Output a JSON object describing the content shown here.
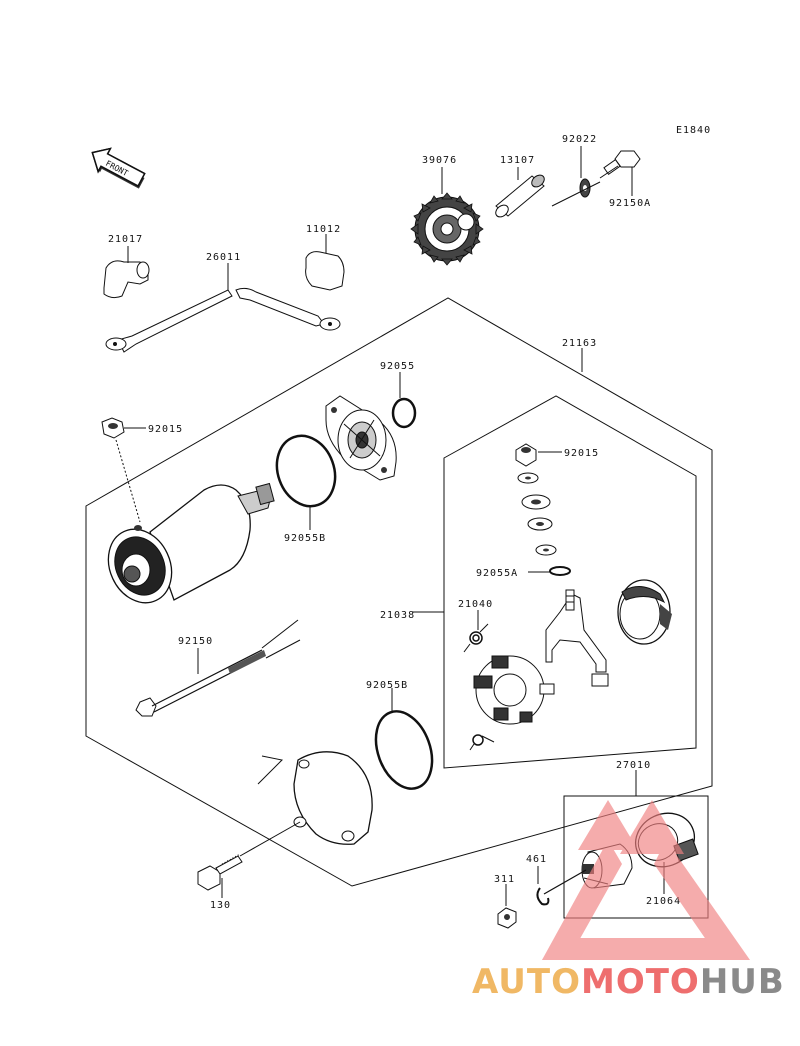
{
  "diagram": {
    "code": "E1840",
    "front_label": "FRONT",
    "callouts": {
      "p39076": "39076",
      "p13107": "13107",
      "p92022": "92022",
      "p92150A": "92150A",
      "p21017": "21017",
      "p26011": "26011",
      "p11012": "11012",
      "p21163": "21163",
      "p92055": "92055",
      "p92015_left": "92015",
      "p92015_right": "92015",
      "p92055B_top": "92055B",
      "p92055A": "92055A",
      "p21038": "21038",
      "p21040": "21040",
      "p92150": "92150",
      "p92055B_bottom": "92055B",
      "p27010": "27010",
      "p461": "461",
      "p311": "311",
      "p21064": "21064",
      "p130": "130"
    }
  },
  "watermark": {
    "part1": "AUTO",
    "part2": "MOTO",
    "part3": "HUB",
    "colors": {
      "auto": "#f0b865",
      "moto": "#ee6e6e",
      "hub": "#8a8a8a",
      "triangle": "#f08080"
    }
  }
}
